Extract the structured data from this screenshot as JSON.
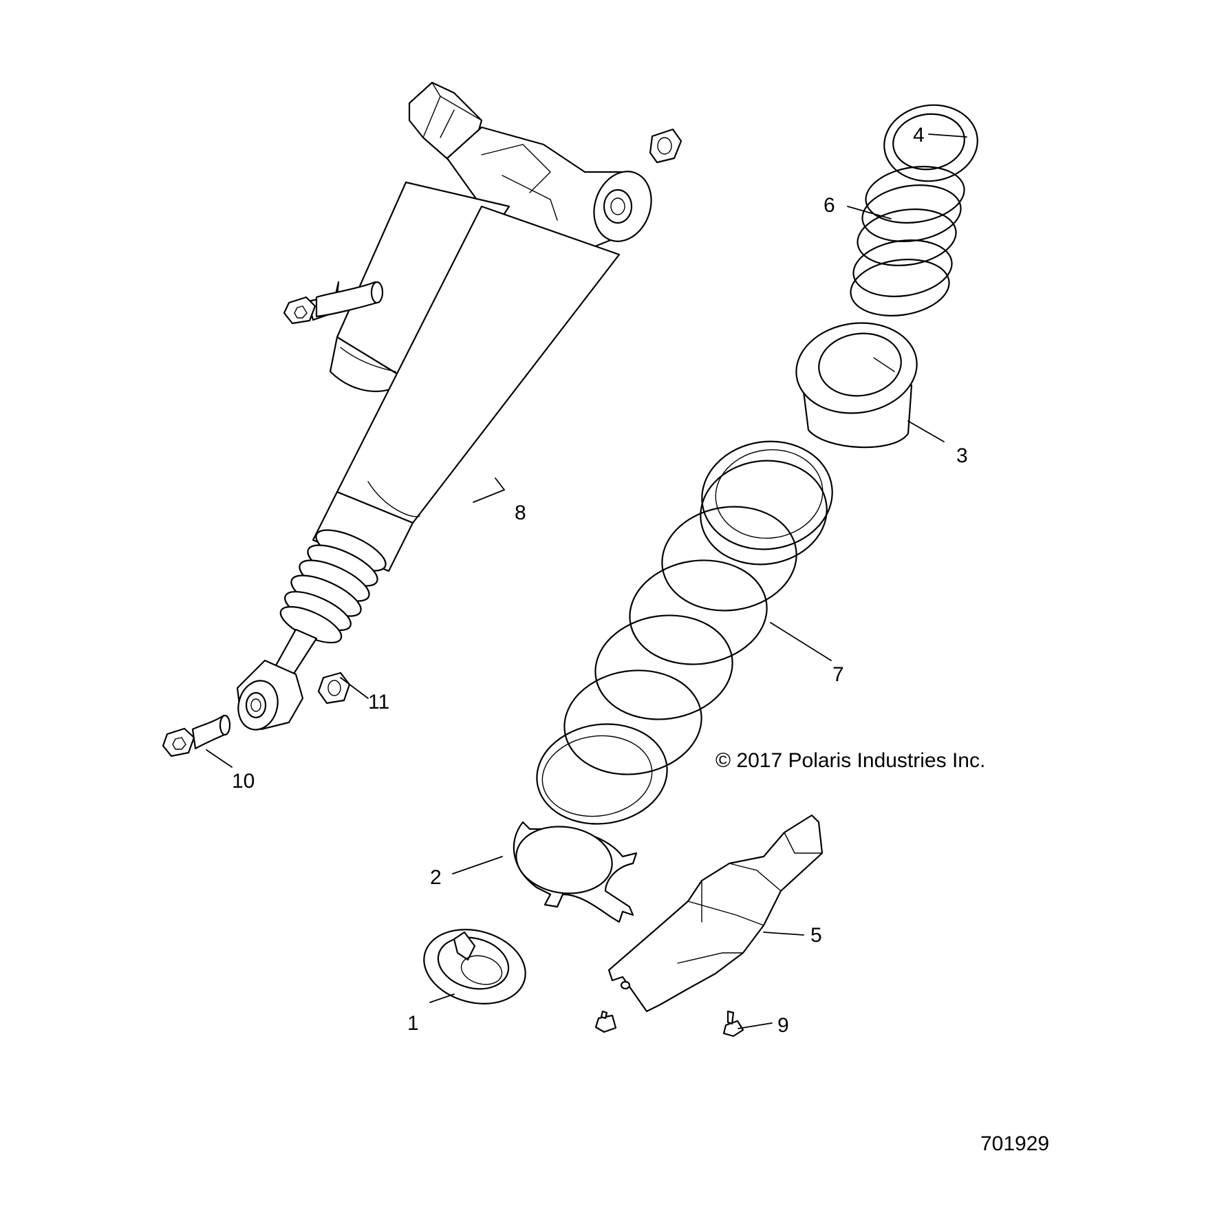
{
  "callouts": {
    "c1": "1",
    "c2": "2",
    "c3": "3",
    "c4": "4",
    "c5": "5",
    "c6": "6",
    "c7": "7",
    "c8": "8",
    "c9": "9",
    "c10": "10",
    "c11": "11"
  },
  "copyright": "© 2017 Polaris Industries Inc.",
  "figure_number": "701929"
}
